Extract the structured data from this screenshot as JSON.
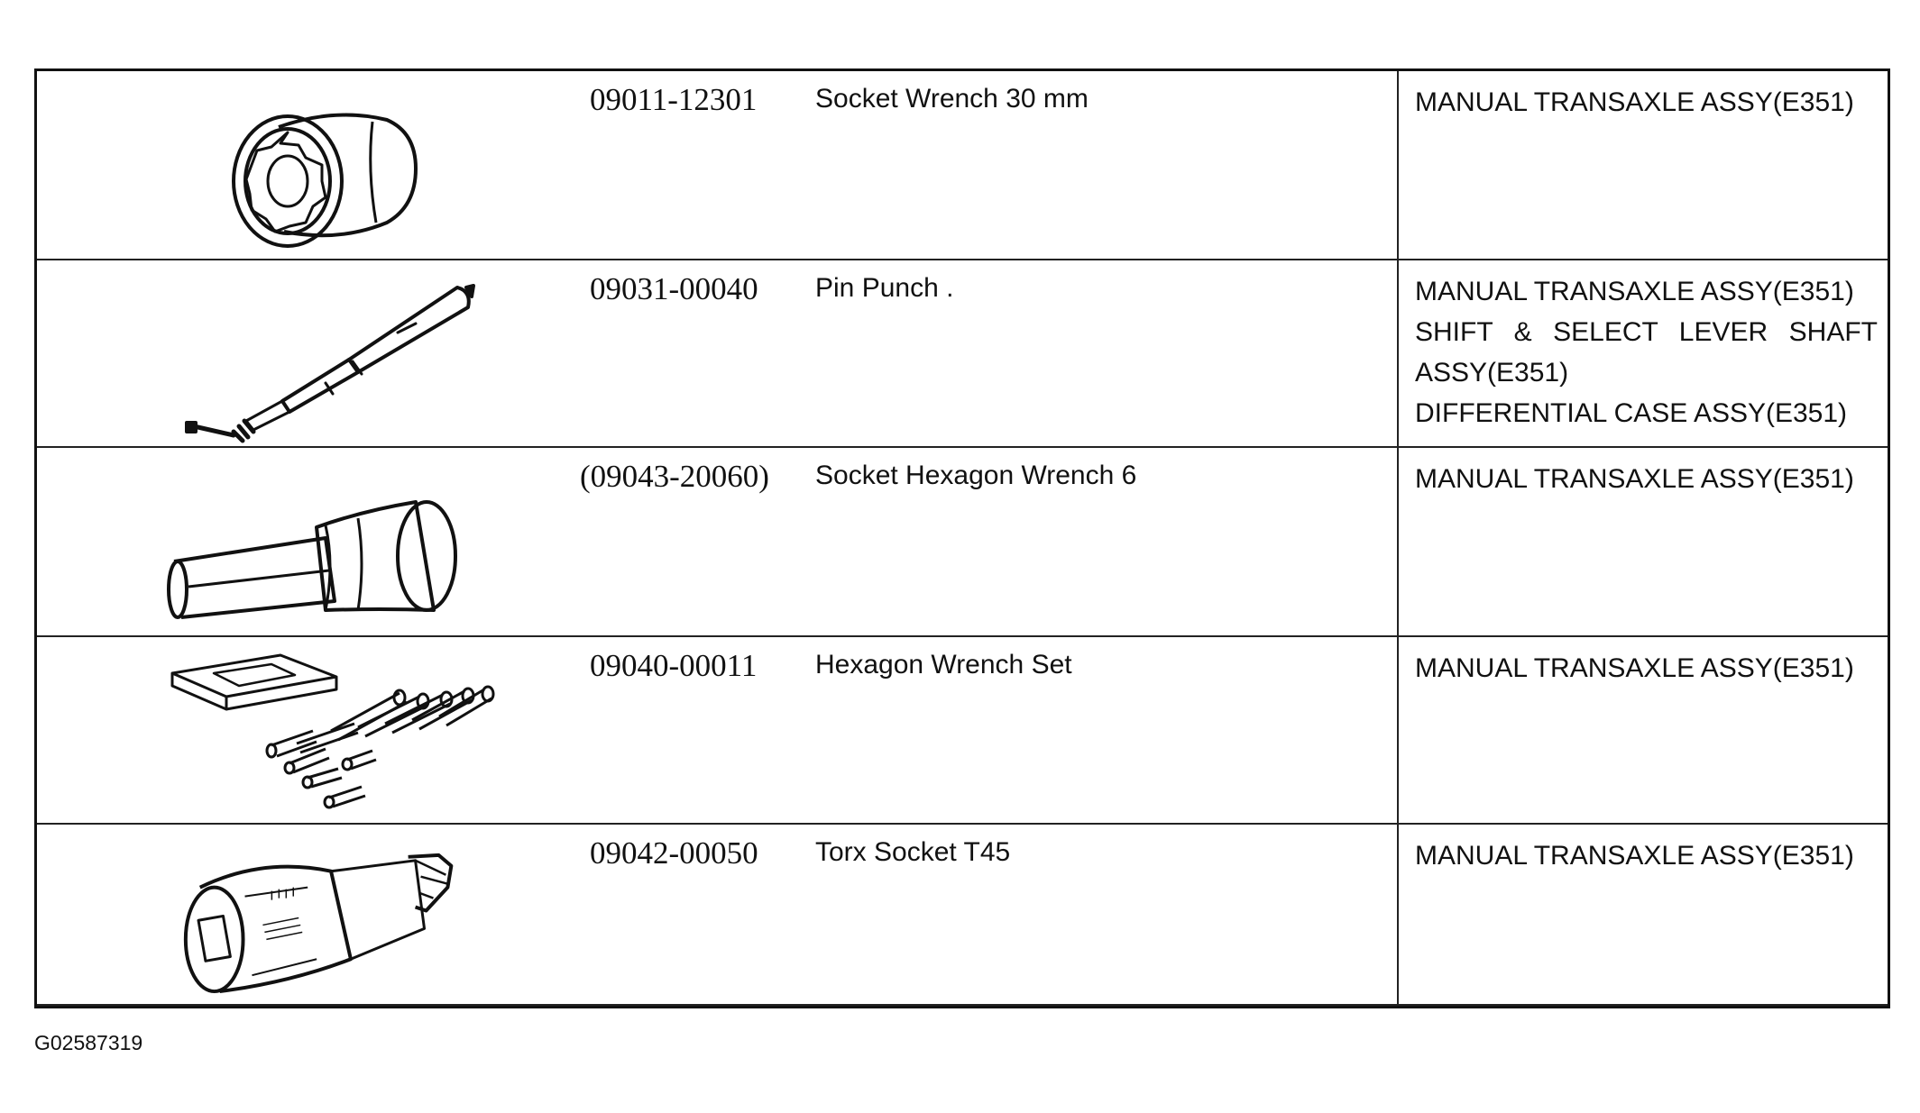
{
  "tools": [
    {
      "icon": "socket-wrench-icon",
      "part_number": "09011-12301",
      "name": "Socket Wrench 30 mm",
      "applications": [
        "MANUAL TRANSAXLE ASSY(E351)"
      ]
    },
    {
      "icon": "pin-punch-icon",
      "part_number": "09031-00040",
      "name": "Pin Punch .",
      "applications": [
        "MANUAL TRANSAXLE ASSY(E351)",
        "SHIFT & SELECT LEVER SHAFT",
        "ASSY(E351)",
        "DIFFERENTIAL CASE ASSY(E351)"
      ]
    },
    {
      "icon": "hexagon-socket-icon",
      "part_number": "(09043-20060)",
      "name": "Socket Hexagon Wrench 6",
      "applications": [
        "MANUAL TRANSAXLE ASSY(E351)"
      ]
    },
    {
      "icon": "hexagon-wrench-set-icon",
      "part_number": "09040-00011",
      "name": "Hexagon Wrench Set",
      "applications": [
        "MANUAL TRANSAXLE ASSY(E351)"
      ]
    },
    {
      "icon": "torx-socket-icon",
      "part_number": "09042-00050",
      "name": "Torx Socket T45",
      "applications": [
        "MANUAL TRANSAXLE ASSY(E351)"
      ]
    }
  ],
  "figure_id": "G02587319"
}
